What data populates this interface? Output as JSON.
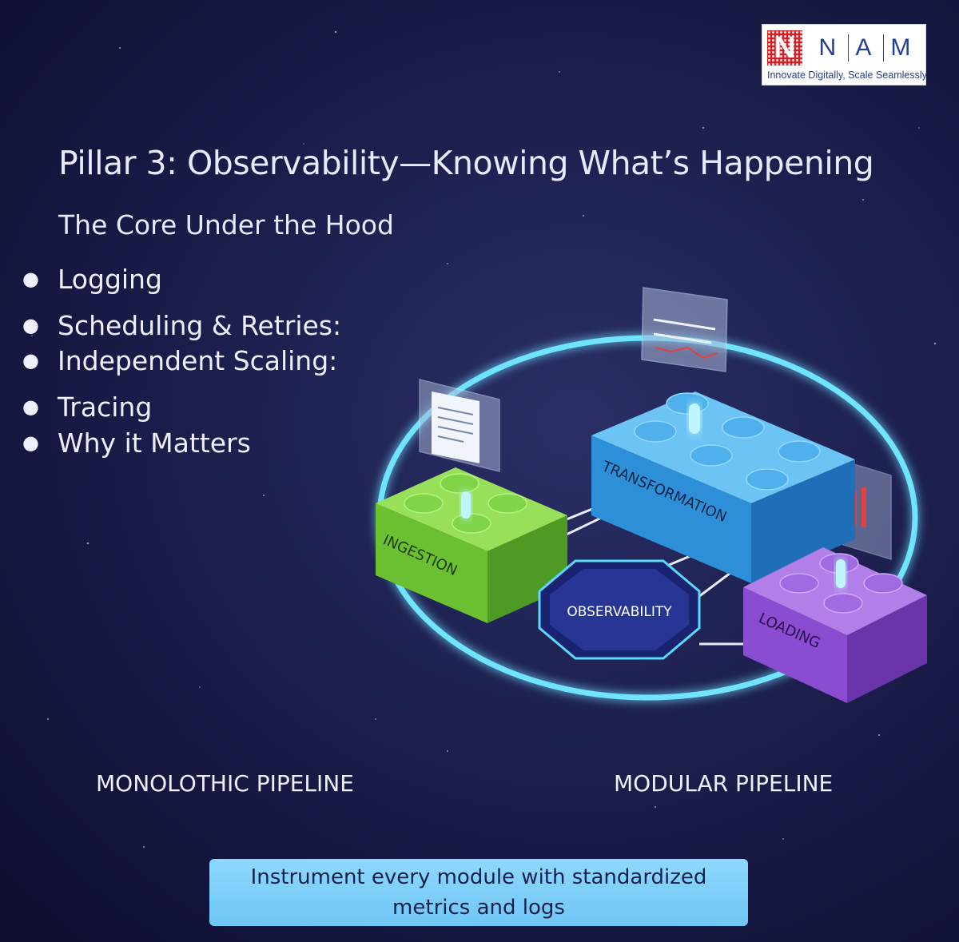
{
  "brand": {
    "logo_mark": "N",
    "logo_letters": [
      "N",
      "A",
      "M"
    ],
    "tagline": "Innovate Digitally, Scale Seamlessly"
  },
  "title": "Pillar 3: Observability—Knowing What’s Happening",
  "subtitle": "The Core Under the Hood",
  "bullets": [
    "Logging",
    "Scheduling & Retries:",
    "Independent Scaling:",
    "Tracing",
    "Why it Matters"
  ],
  "diagram": {
    "blocks": {
      "ingestion": "INGESTION",
      "transformation": "TRANSFORMATION",
      "loading": "LOADING",
      "observability": "OBSERVABILITY"
    },
    "colors": {
      "ingestion": "#7ad13a",
      "transformation": "#3aa0e0",
      "loading": "#9a5ad8",
      "observability": "#2a3a9a",
      "ring": "#6fe3ff"
    }
  },
  "captions": {
    "left": "MONOLOTHIC PIPELINE",
    "right": "MODULAR PIPELINE"
  },
  "banner": "Instrument every module with standardized metrics and logs"
}
